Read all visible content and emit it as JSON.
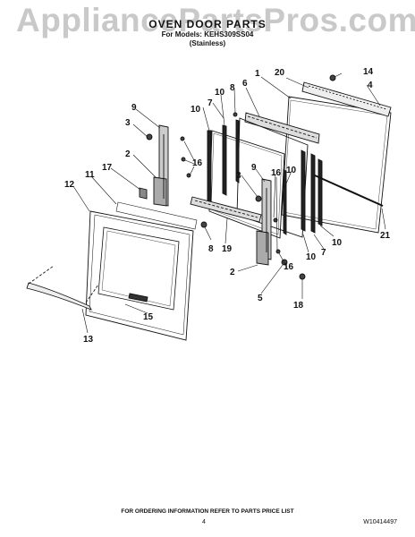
{
  "watermark": "AppliancePartsPros.com",
  "header": {
    "title": "OVEN DOOR PARTS",
    "models_line": "For Models: KEHS309SS04",
    "finish_line": "(Stainless)"
  },
  "callouts": [
    "1",
    "2",
    "3",
    "4",
    "5",
    "6",
    "7",
    "8",
    "9",
    "10",
    "11",
    "12",
    "13",
    "14",
    "15",
    "16",
    "17",
    "18",
    "19",
    "20",
    "21"
  ],
  "footer": {
    "ordering_note": "FOR ORDERING INFORMATION REFER TO PARTS PRICE LIST",
    "page_number": "4",
    "document_number": "W10414497"
  }
}
